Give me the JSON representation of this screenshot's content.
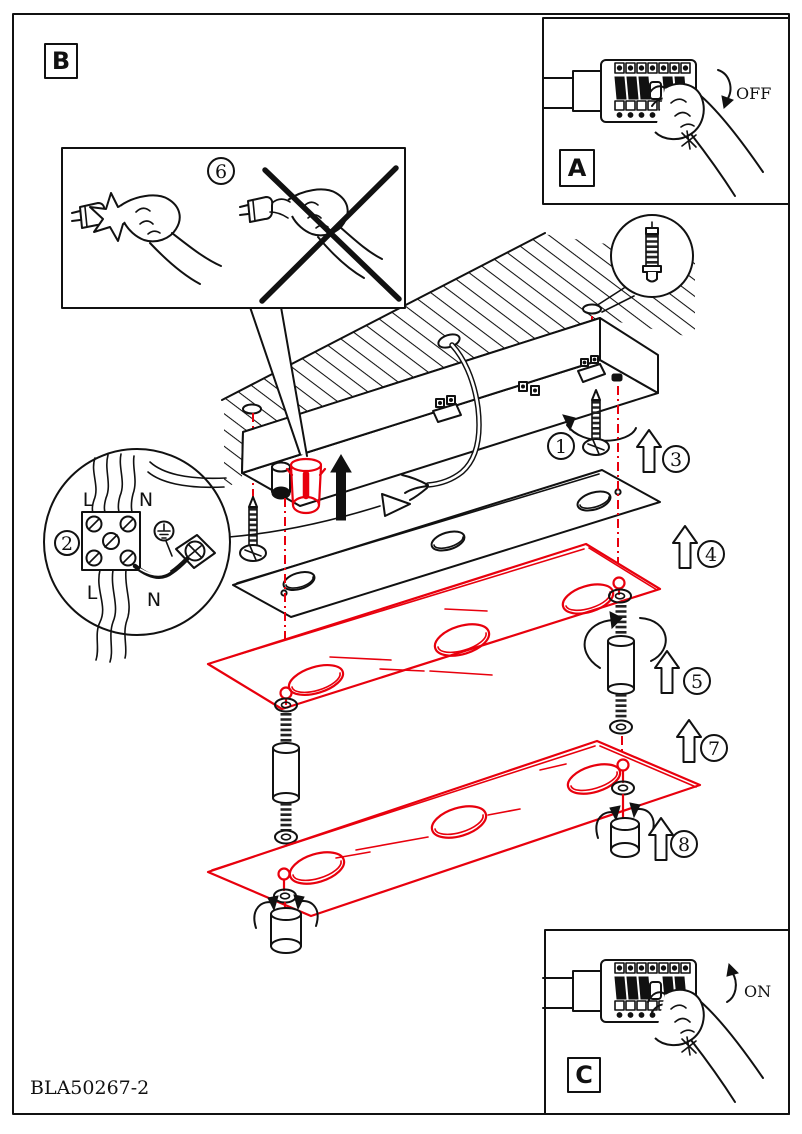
{
  "page": {
    "part_code": "BLA50267-2"
  },
  "sections": {
    "main_label": "B",
    "power_off_label": "A",
    "power_on_label": "C"
  },
  "breaker": {
    "off": "OFF",
    "on": "ON"
  },
  "steps": {
    "s1": "1",
    "s2": "2",
    "s3": "3",
    "s4": "4",
    "s5": "5",
    "s6": "6",
    "s7": "7",
    "s8": "8"
  },
  "terminal_block": {
    "live_top": "L",
    "neutral_top": "N",
    "live_bottom": "L",
    "neutral_bottom": "N"
  },
  "colors": {
    "highlight": "#e8000d",
    "ink": "#111111"
  }
}
